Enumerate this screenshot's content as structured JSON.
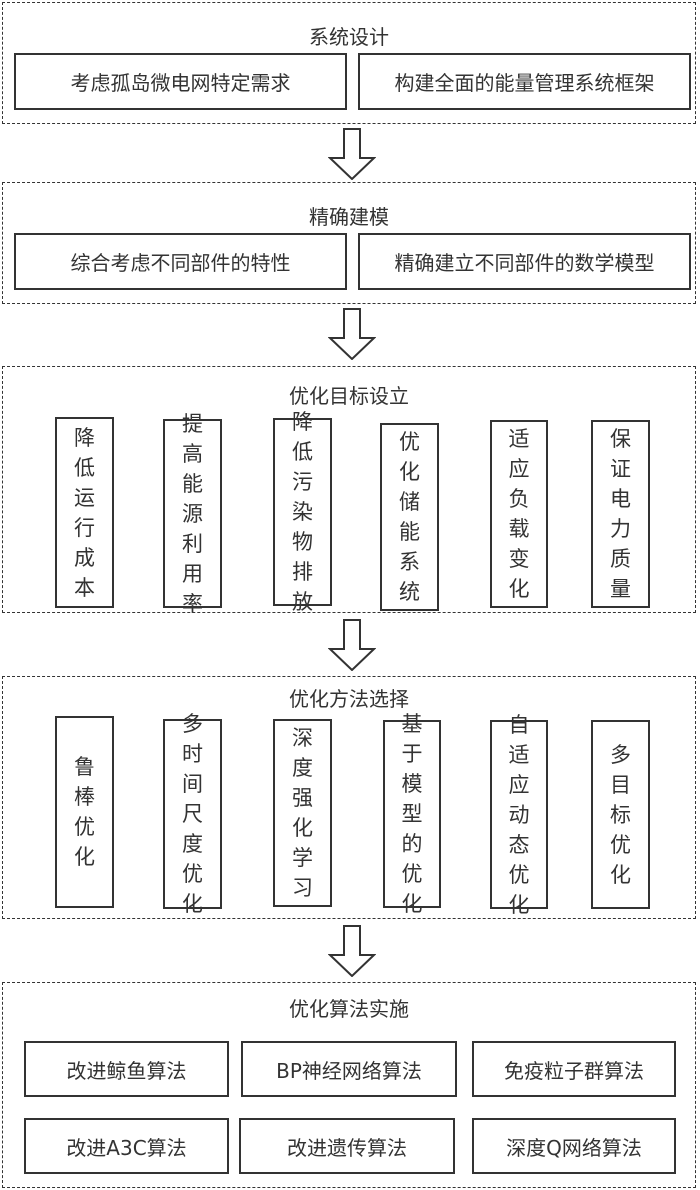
{
  "sections": [
    {
      "title": "系统设计",
      "items": [
        "考虑孤岛微电网特定需求",
        "构建全面的能量管理系统框架"
      ]
    },
    {
      "title": "精确建模",
      "items": [
        "综合考虑不同部件的特性",
        "精确建立不同部件的数学模型"
      ]
    },
    {
      "title": "优化目标设立",
      "items": [
        "降低运行成本",
        "提高能源利用率",
        "降低污染物排放",
        "优化储能系统",
        "适应负载变化",
        "保证电力质量"
      ]
    },
    {
      "title": "优化方法选择",
      "items": [
        "鲁棒优化",
        "多时间尺度优化",
        "深度强化学习",
        "基于模型的优化",
        "自适应动态优化",
        "多目标优化"
      ]
    },
    {
      "title": "优化算法实施",
      "items": [
        "改进鲸鱼算法",
        "BP神经网络算法",
        "免疫粒子群算法",
        "改进A3C算法",
        "改进遗传算法",
        "深度Q网络算法"
      ]
    }
  ],
  "arrows": [
    "down-arrow",
    "down-arrow",
    "down-arrow",
    "down-arrow"
  ]
}
